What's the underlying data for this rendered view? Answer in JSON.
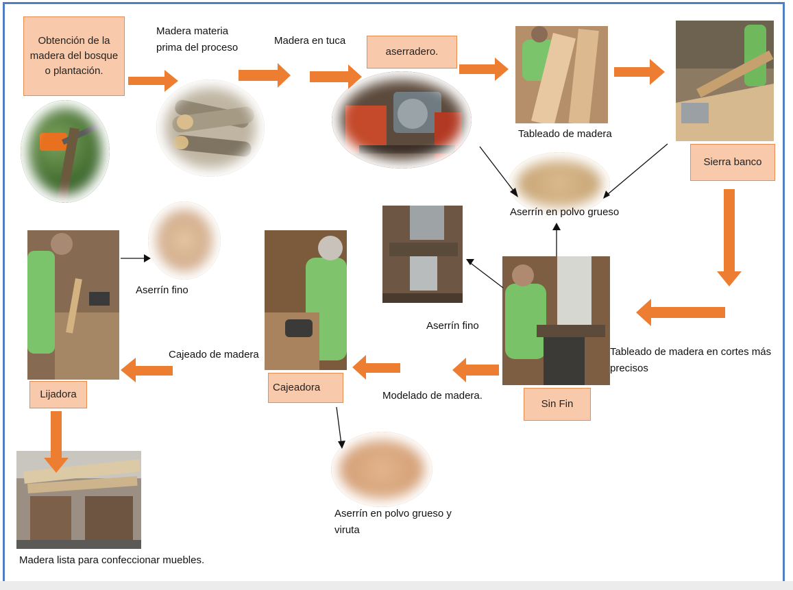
{
  "boxes": {
    "obtencion": "Obtención de la madera del bosque o plantación.",
    "aserradero": "aserradero.",
    "sierra_banco": "Sierra banco",
    "sin_fin": "Sin Fin",
    "cajeadora": "Cajeadora",
    "lijadora": "Lijadora"
  },
  "labels": {
    "madera_materia_prima": "Madera materia prima del proceso",
    "madera_en_tuca": "Madera en tuca",
    "tableado_de_madera": "Tableado de madera",
    "aserrin_polvo_grueso": "Aserrín en polvo grueso",
    "aserrin_fino_left": "Aserrín fino",
    "aserrin_fino_mid": "Aserrín fino",
    "cajeado_de_madera": "Cajeado de madera",
    "modelado_de_madera": "Modelado de madera.",
    "tableado_cortes": "Tableado de madera en cortes más precisos",
    "aserrin_grueso_viruta": "Aserrín en polvo grueso y viruta",
    "madera_lista": "Madera lista para confeccionar muebles."
  },
  "photos": [
    "chainsaw-cutting-tree",
    "log-pile",
    "sawmill-machine",
    "worker-with-planks",
    "table-saw-workshop",
    "sawdust-coarse",
    "sawdust-fine",
    "band-saw-closeup",
    "band-saw-worker",
    "router-worker",
    "sander-worker",
    "wood-shavings",
    "finished-lumber-stack"
  ],
  "colors": {
    "box_fill": "#f8c9aa",
    "box_border": "#e98a4e",
    "flow_arrow": "#ed7d31",
    "frame_border": "#4f7ec2",
    "thin_arrow": "#111111"
  }
}
